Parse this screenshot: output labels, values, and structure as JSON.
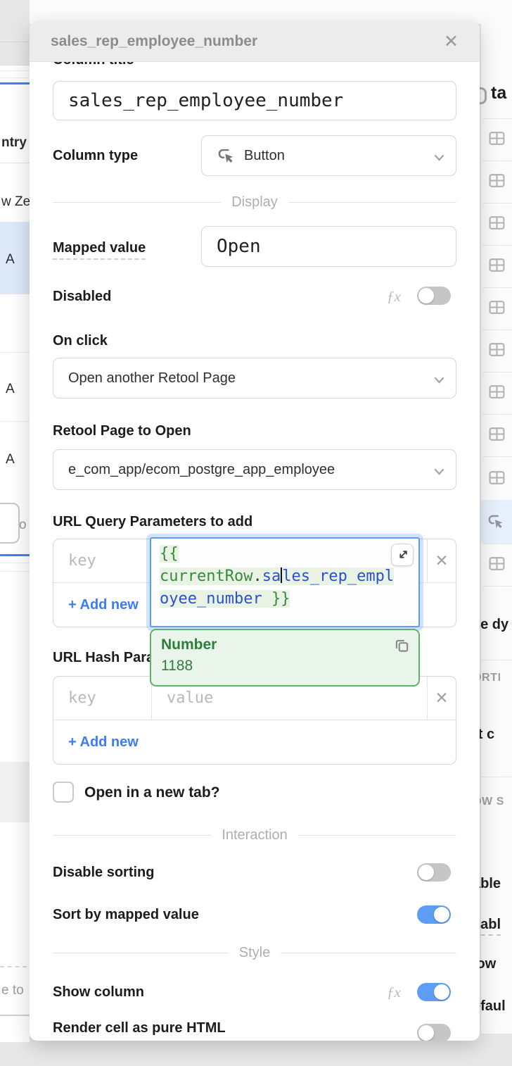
{
  "modal": {
    "title": "sales_rep_employee_number",
    "close_icon": "✕",
    "column_title": {
      "label": "Column title",
      "value": "sales_rep_employee_number"
    },
    "column_type": {
      "label": "Column type",
      "value": "Button"
    },
    "sections": {
      "display": "Display",
      "interaction": "Interaction",
      "style": "Style"
    },
    "mapped_value": {
      "label": "Mapped value",
      "value": "Open"
    },
    "disabled": {
      "label": "Disabled",
      "fx": "ƒx",
      "state": "off"
    },
    "on_click": {
      "label": "On click",
      "value": "Open another Retool Page"
    },
    "retool_page": {
      "label": "Retool Page to Open",
      "value": "e_com_app/ecom_postgre_app_employee"
    },
    "url_query_params": {
      "label": "URL Query Parameters to add",
      "key_placeholder": "key",
      "add_new": "+ Add new",
      "remove_icon": "✕",
      "editor": {
        "line1": "{{",
        "line2_seg1": "currentRow",
        "line2_seg2": ".",
        "line2_seg3": "sa",
        "line2_seg4": "les_rep_empl",
        "line3_seg1": "oyee_number",
        "line3_seg2": " }}"
      },
      "result_popup": {
        "type_label": "Number",
        "value": "1188"
      }
    },
    "url_hash_params": {
      "label": "URL Hash Parameters to add",
      "key_placeholder": "key",
      "value_placeholder": "value",
      "add_new": "+ Add new",
      "remove_icon": "✕"
    },
    "open_new_tab": {
      "label": "Open in a new tab?",
      "checked": false
    },
    "disable_sorting": {
      "label": "Disable sorting",
      "state": "off"
    },
    "sort_by_mapped_value": {
      "label": "Sort by mapped value",
      "state": "on"
    },
    "show_column": {
      "label": "Show column",
      "fx": "ƒx",
      "state": "on"
    },
    "render_pure_html": {
      "label": "Render cell as pure HTML",
      "state": "off"
    }
  },
  "background": {
    "left_table": {
      "header_fragment": "ntry",
      "cells": [
        "w Ze",
        "A",
        "A",
        "A"
      ],
      "control_fragment": "o",
      "footer_fragment": "e to"
    },
    "right_inspector": {
      "title_fragment": "ta",
      "fragments": [
        "se dy",
        "ORTI",
        "rt c",
        "OW S",
        "able",
        "sabl",
        "low",
        "efaul"
      ]
    }
  },
  "colors": {
    "accent_blue": "#3b82f6",
    "toggle_on": "#5e9df5",
    "code_green": "#3a8a3e",
    "code_blue": "#2d50cc",
    "popup_green": "#2e7d3c",
    "selected_row": "#e7f0fc"
  }
}
